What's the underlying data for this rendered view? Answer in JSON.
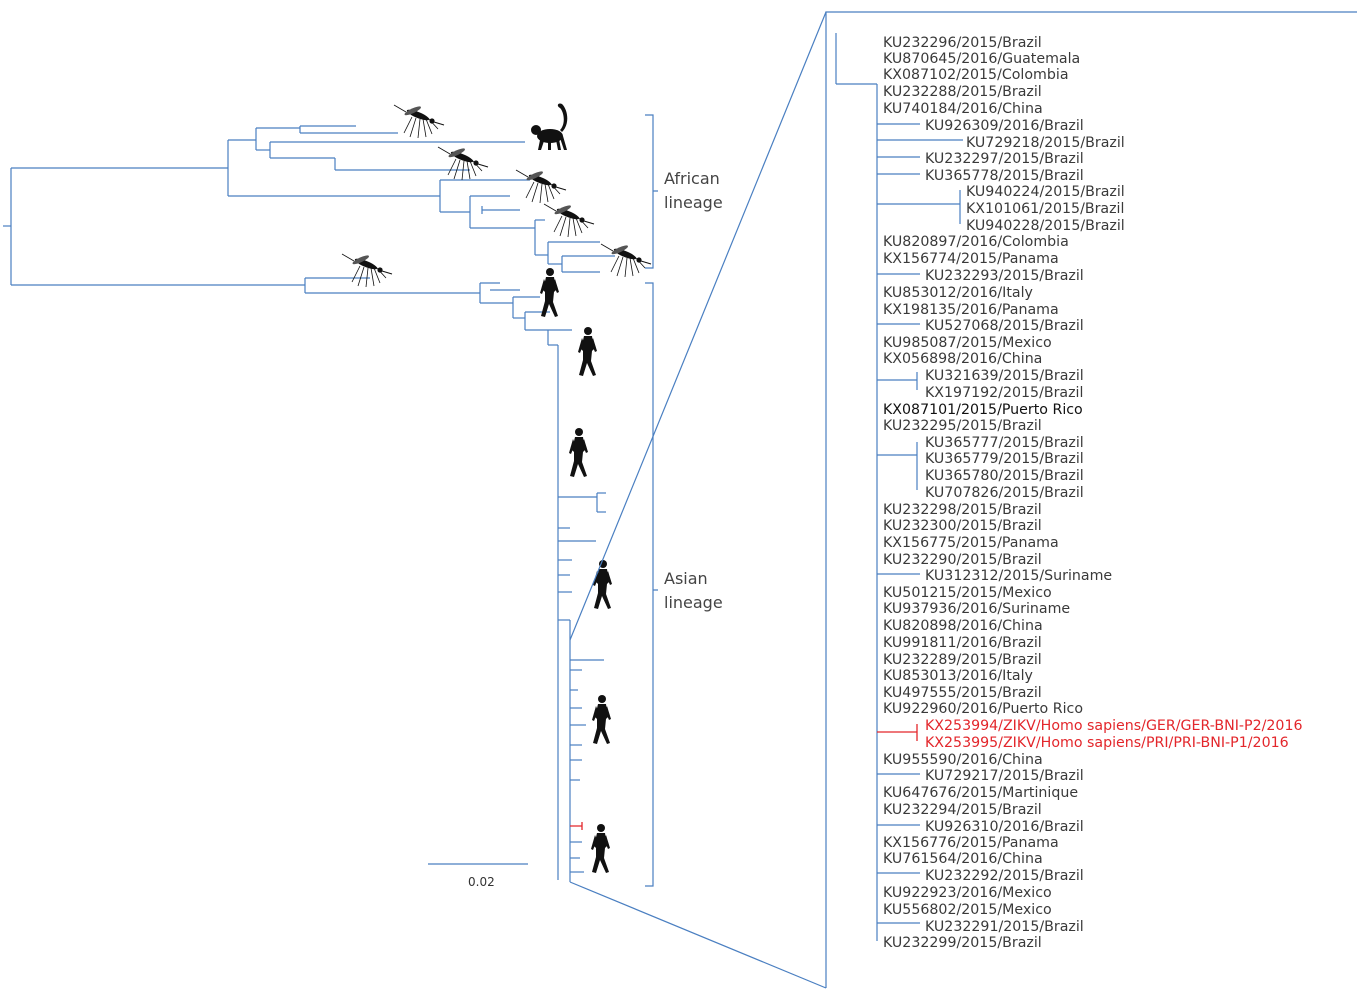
{
  "colors": {
    "branch": "#4a7fc1",
    "highlight": "#e3262b",
    "label": "#3a3a3a"
  },
  "lineages": [
    {
      "id": "african",
      "line1": "African",
      "line2": "lineage"
    },
    {
      "id": "asian",
      "line1": "Asian",
      "line2": "lineage"
    }
  ],
  "scale_bar": {
    "label": "0.02"
  },
  "host_icons": [
    {
      "name": "mosquito-icon",
      "host": "mosquito"
    },
    {
      "name": "monkey-icon",
      "host": "monkey"
    },
    {
      "name": "mosquito-icon",
      "host": "mosquito"
    },
    {
      "name": "mosquito-icon",
      "host": "mosquito"
    },
    {
      "name": "mosquito-icon",
      "host": "mosquito"
    },
    {
      "name": "mosquito-icon",
      "host": "mosquito"
    },
    {
      "name": "mosquito-icon",
      "host": "mosquito"
    },
    {
      "name": "human-icon",
      "host": "human"
    },
    {
      "name": "human-icon",
      "host": "human"
    },
    {
      "name": "human-icon",
      "host": "human"
    },
    {
      "name": "human-icon",
      "host": "human"
    },
    {
      "name": "human-icon",
      "host": "human"
    },
    {
      "name": "human-icon",
      "host": "human"
    }
  ],
  "inset_leaves": [
    {
      "label": "KU232296/2015/Brazil"
    },
    {
      "label": "KU870645/2016/Guatemala"
    },
    {
      "label": "KX087102/2015/Colombia"
    },
    {
      "label": "KU232288/2015/Brazil"
    },
    {
      "label": "KU740184/2016/China"
    },
    {
      "label": "KU926309/2016/Brazil"
    },
    {
      "label": "KU729218/2015/Brazil"
    },
    {
      "label": "KU232297/2015/Brazil"
    },
    {
      "label": "KU365778/2015/Brazil"
    },
    {
      "label": "KU940224/2015/Brazil"
    },
    {
      "label": "KX101061/2015/Brazil"
    },
    {
      "label": "KU940228/2015/Brazil"
    },
    {
      "label": "KU820897/2016/Colombia"
    },
    {
      "label": "KX156774/2015/Panama"
    },
    {
      "label": "KU232293/2015/Brazil"
    },
    {
      "label": "KU853012/2016/Italy"
    },
    {
      "label": "KX198135/2016/Panama"
    },
    {
      "label": "KU527068/2015/Brazil"
    },
    {
      "label": "KU985087/2015/Mexico"
    },
    {
      "label": "KX056898/2016/China"
    },
    {
      "label": "KU321639/2015/Brazil"
    },
    {
      "label": "KX197192/2015/Brazil"
    },
    {
      "label": "KX087101/2015/Puerto Rico"
    },
    {
      "label": "KU232295/2015/Brazil"
    },
    {
      "label": "KU365777/2015/Brazil"
    },
    {
      "label": "KU365779/2015/Brazil"
    },
    {
      "label": "KU365780/2015/Brazil"
    },
    {
      "label": "KU707826/2015/Brazil"
    },
    {
      "label": "KU232298/2015/Brazil"
    },
    {
      "label": "KU232300/2015/Brazil"
    },
    {
      "label": "KX156775/2015/Panama"
    },
    {
      "label": "KU232290/2015/Brazil"
    },
    {
      "label": "KU312312/2015/Suriname"
    },
    {
      "label": "KU501215/2015/Mexico"
    },
    {
      "label": "KU937936/2016/Suriname"
    },
    {
      "label": "KU820898/2016/China"
    },
    {
      "label": "KU991811/2016/Brazil"
    },
    {
      "label": "KU232289/2015/Brazil"
    },
    {
      "label": "KU853013/2016/Italy"
    },
    {
      "label": "KU497555/2015/Brazil"
    },
    {
      "label": "KU922960/2016/Puerto Rico"
    },
    {
      "label": "KX253994/ZIKV/Homo sapiens/GER/GER-BNI-P2/2016"
    },
    {
      "label": "KX253995/ZIKV/Homo sapiens/PRI/PRI-BNI-P1/2016"
    },
    {
      "label": "KU955590/2016/China"
    },
    {
      "label": "KU729217/2015/Brazil"
    },
    {
      "label": "KU647676/2015/Martinique"
    },
    {
      "label": "KU232294/2015/Brazil"
    },
    {
      "label": "KU926310/2016/Brazil"
    },
    {
      "label": "KX156776/2015/Panama"
    },
    {
      "label": "KU761564/2016/China"
    },
    {
      "label": "KU232292/2015/Brazil"
    },
    {
      "label": "KU922923/2016/Mexico"
    },
    {
      "label": "KU556802/2015/Mexico"
    },
    {
      "label": "KU232291/2015/Brazil"
    },
    {
      "label": "KU232299/2015/Brazil"
    }
  ]
}
